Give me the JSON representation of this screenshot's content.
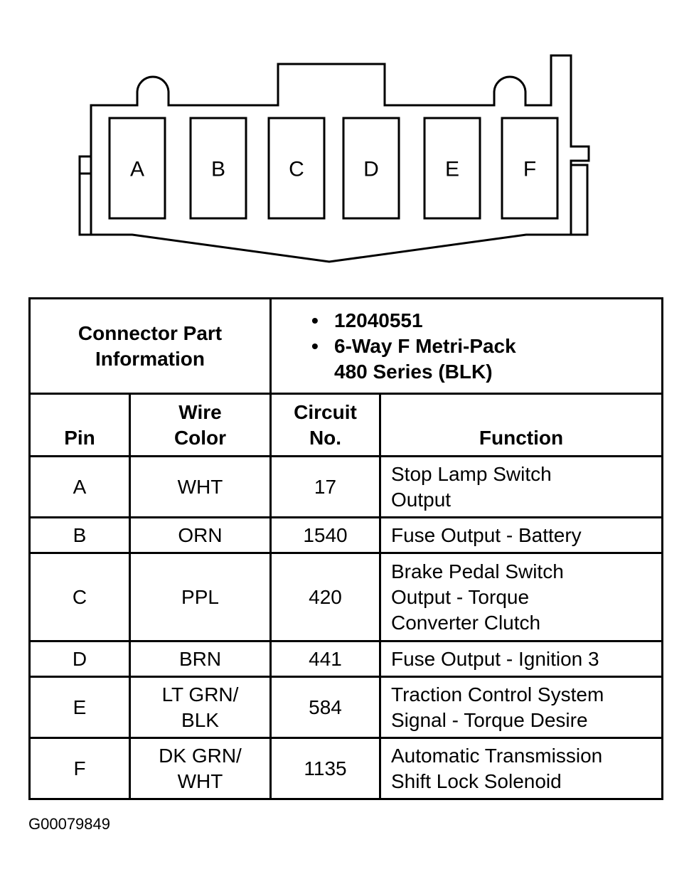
{
  "connector": {
    "pins": [
      "A",
      "B",
      "C",
      "D",
      "E",
      "F"
    ]
  },
  "part_info": {
    "label_line1": "Connector Part",
    "label_line2": "Information",
    "bullet1": "12040551",
    "bullet2_line1": "6-Way F Metri-Pack",
    "bullet2_line2": "480 Series (BLK)",
    "bullet_symbol": "•"
  },
  "headers": {
    "pin": "Pin",
    "wire_color_line1": "Wire",
    "wire_color_line2": "Color",
    "circuit_line1": "Circuit",
    "circuit_line2": "No.",
    "function": "Function"
  },
  "rows": [
    {
      "pin": "A",
      "color": [
        "WHT"
      ],
      "circuit": "17",
      "function": [
        "Stop Lamp Switch",
        "Output"
      ]
    },
    {
      "pin": "B",
      "color": [
        "ORN"
      ],
      "circuit": "1540",
      "function": [
        "Fuse Output - Battery"
      ]
    },
    {
      "pin": "C",
      "color": [
        "PPL"
      ],
      "circuit": "420",
      "function": [
        "Brake Pedal Switch",
        "Output - Torque",
        "Converter Clutch"
      ]
    },
    {
      "pin": "D",
      "color": [
        "BRN"
      ],
      "circuit": "441",
      "function": [
        "Fuse Output - Ignition 3"
      ]
    },
    {
      "pin": "E",
      "color": [
        "LT GRN/",
        "BLK"
      ],
      "circuit": "584",
      "function": [
        "Traction Control System",
        "Signal - Torque Desire"
      ]
    },
    {
      "pin": "F",
      "color": [
        "DK GRN/",
        "WHT"
      ],
      "circuit": "1135",
      "function": [
        "Automatic Transmission",
        "Shift Lock Solenoid"
      ]
    }
  ],
  "figure_code": "G00079849"
}
